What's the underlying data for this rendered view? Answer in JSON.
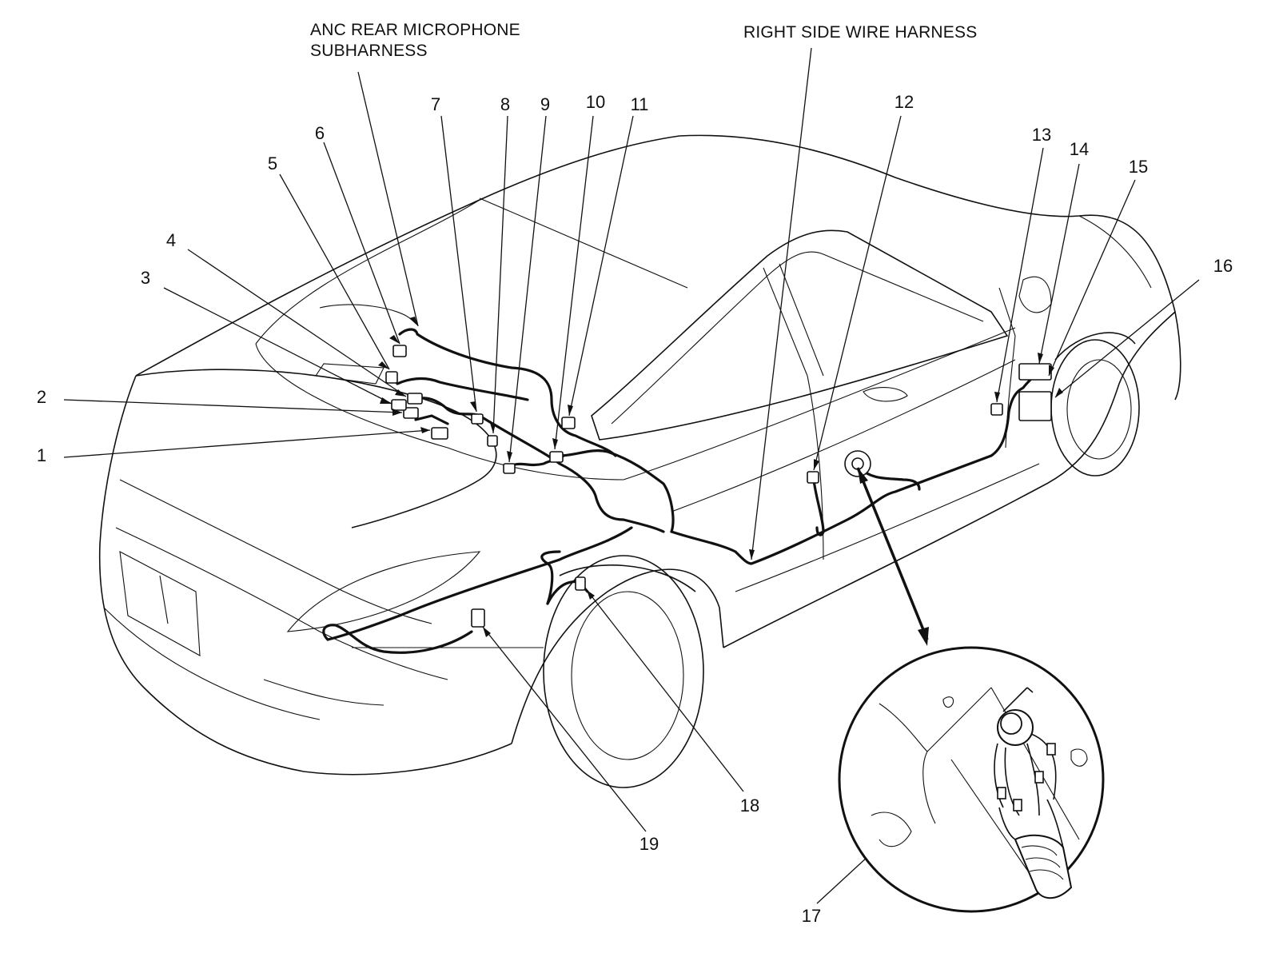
{
  "callouts": {
    "anc_title_line1": "ANC REAR MICROPHONE",
    "anc_title_line2": "SUBHARNESS",
    "rs_title": "RIGHT SIDE WIRE HARNESS",
    "n1": "1",
    "n2": "2",
    "n3": "3",
    "n4": "4",
    "n5": "5",
    "n6": "6",
    "n7": "7",
    "n8": "8",
    "n9": "9",
    "n10": "10",
    "n11": "11",
    "n12": "12",
    "n13": "13",
    "n14": "14",
    "n15": "15",
    "n16": "16",
    "n17": "17",
    "n18": "18",
    "n19": "19"
  }
}
